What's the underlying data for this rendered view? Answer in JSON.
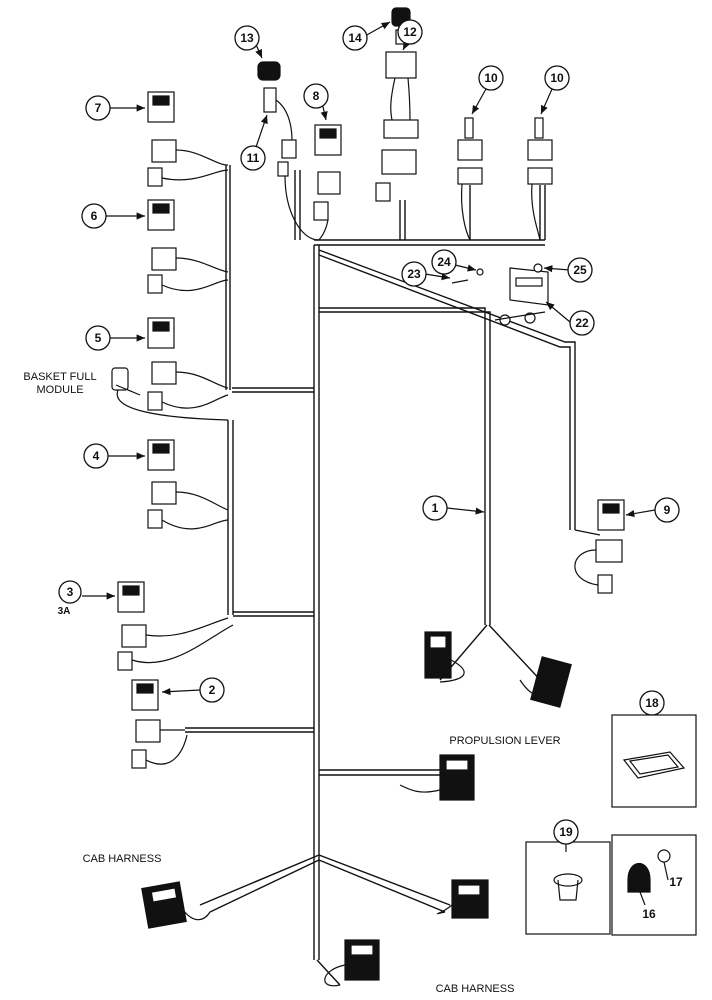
{
  "labels": {
    "basket_full_module_line1": "BASKET FULL",
    "basket_full_module_line2": "MODULE",
    "propulsion_lever": "PROPULSION LEVER",
    "cab_harness_left": "CAB HARNESS",
    "cab_harness_bottom": "CAB HARNESS"
  },
  "callouts": {
    "c1": "1",
    "c2": "2",
    "c3": "3",
    "c3a": "3A",
    "c4": "4",
    "c5": "5",
    "c6": "6",
    "c7": "7",
    "c8": "8",
    "c9": "9",
    "c10a": "10",
    "c10b": "10",
    "c11": "11",
    "c12": "12",
    "c13": "13",
    "c14": "14",
    "c16": "16",
    "c17": "17",
    "c18": "18",
    "c19": "19",
    "c22": "22",
    "c23": "23",
    "c24": "24",
    "c25": "25"
  }
}
